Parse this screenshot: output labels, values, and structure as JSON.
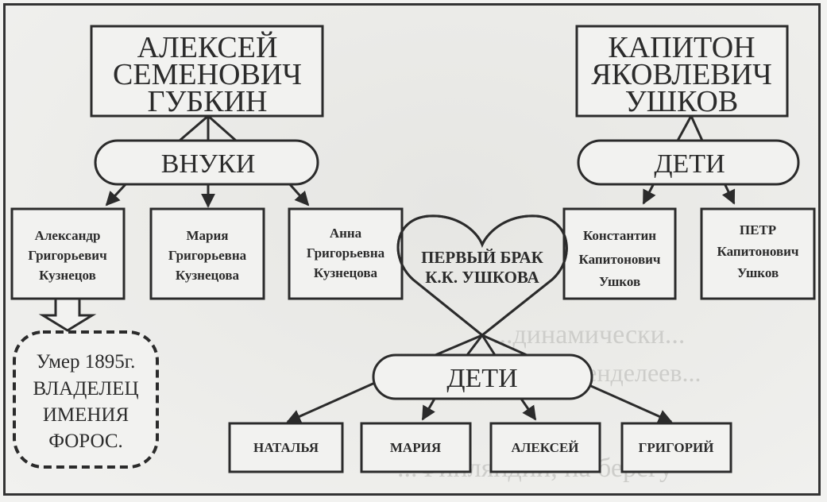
{
  "diagram": {
    "left_root": {
      "lines": [
        "АЛЕКСЕЙ",
        "СЕМЕНОВИЧ",
        "ГУБКИН"
      ],
      "group_label": "ВНУКИ",
      "grandchildren": [
        {
          "lines": [
            "Александр",
            "Григорьевич",
            "Кузнецов"
          ]
        },
        {
          "lines": [
            "Мария",
            "Григорьевна",
            "Кузнецова"
          ]
        },
        {
          "lines": [
            "Анна",
            "Григорьевна",
            "Кузнецова"
          ]
        }
      ],
      "note": {
        "lines": [
          "Умер 1895г.",
          "ВЛАДЕЛЕЦ",
          "ИМЕНИЯ",
          "ФОРОС."
        ]
      }
    },
    "right_root": {
      "lines": [
        "КАПИТОН",
        "ЯКОВЛЕВИЧ",
        "УШКОВ"
      ],
      "group_label": "ДЕТИ",
      "children": [
        {
          "lines": [
            "Константин",
            "Капитонович",
            "Ушков"
          ]
        },
        {
          "lines": [
            "ПЕТР",
            "Капитонович",
            "Ушков"
          ]
        }
      ]
    },
    "marriage": {
      "lines": [
        "ПЕРВЫЙ БРАК",
        "К.К. УШКОВА"
      ],
      "group_label": "ДЕТИ",
      "children": [
        {
          "label": "НАТАЛЬЯ"
        },
        {
          "label": "МАРИЯ"
        },
        {
          "label": "АЛЕКСЕЙ"
        },
        {
          "label": "ГРИГОРИЙ"
        }
      ]
    },
    "background_text": [
      "...динамически...",
      "...и Менделеев...",
      "...Финляндии, на берегу"
    ]
  }
}
